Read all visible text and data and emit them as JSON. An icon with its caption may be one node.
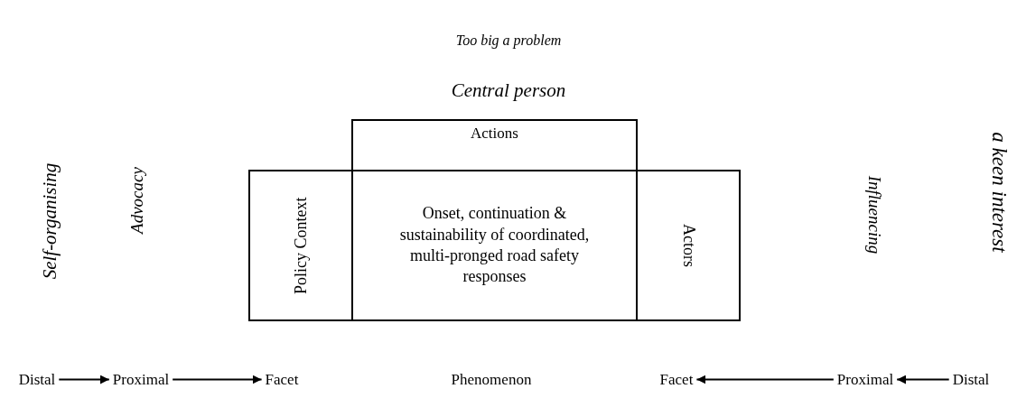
{
  "diagram": {
    "nodes": [
      {
        "text": [
          "Actions"
        ]
      },
      {
        "text": [
          "Policy Context"
        ]
      },
      {
        "text": [
          "Onset, continuation & sustainability of coordinated, multi-pronged road safety responses"
        ]
      },
      {
        "text": [
          "Actors"
        ]
      },
      {
        "text": [
          "Distal"
        ]
      },
      {
        "text": [
          "Proximal"
        ]
      },
      {
        "text": [
          "Facet"
        ]
      },
      {
        "text": [
          "Phenomenon"
        ]
      },
      {
        "text": [
          "Facet"
        ]
      },
      {
        "text": [
          "Proximal"
        ]
      },
      {
        "text": [
          "Distal"
        ]
      }
    ],
    "edges": [
      {
        "from": 4,
        "to": 5,
        "arrow": "to"
      },
      {
        "from": 5,
        "to": 6,
        "arrow": "to"
      },
      {
        "from": 9,
        "to": 8,
        "arrow": "to"
      },
      {
        "from": 10,
        "to": 9,
        "arrow": "to"
      }
    ],
    "labels": [
      "Too big a problem",
      "Central person",
      "Self-organising",
      "Advocacy",
      "Influencing",
      "a keen interest"
    ]
  }
}
